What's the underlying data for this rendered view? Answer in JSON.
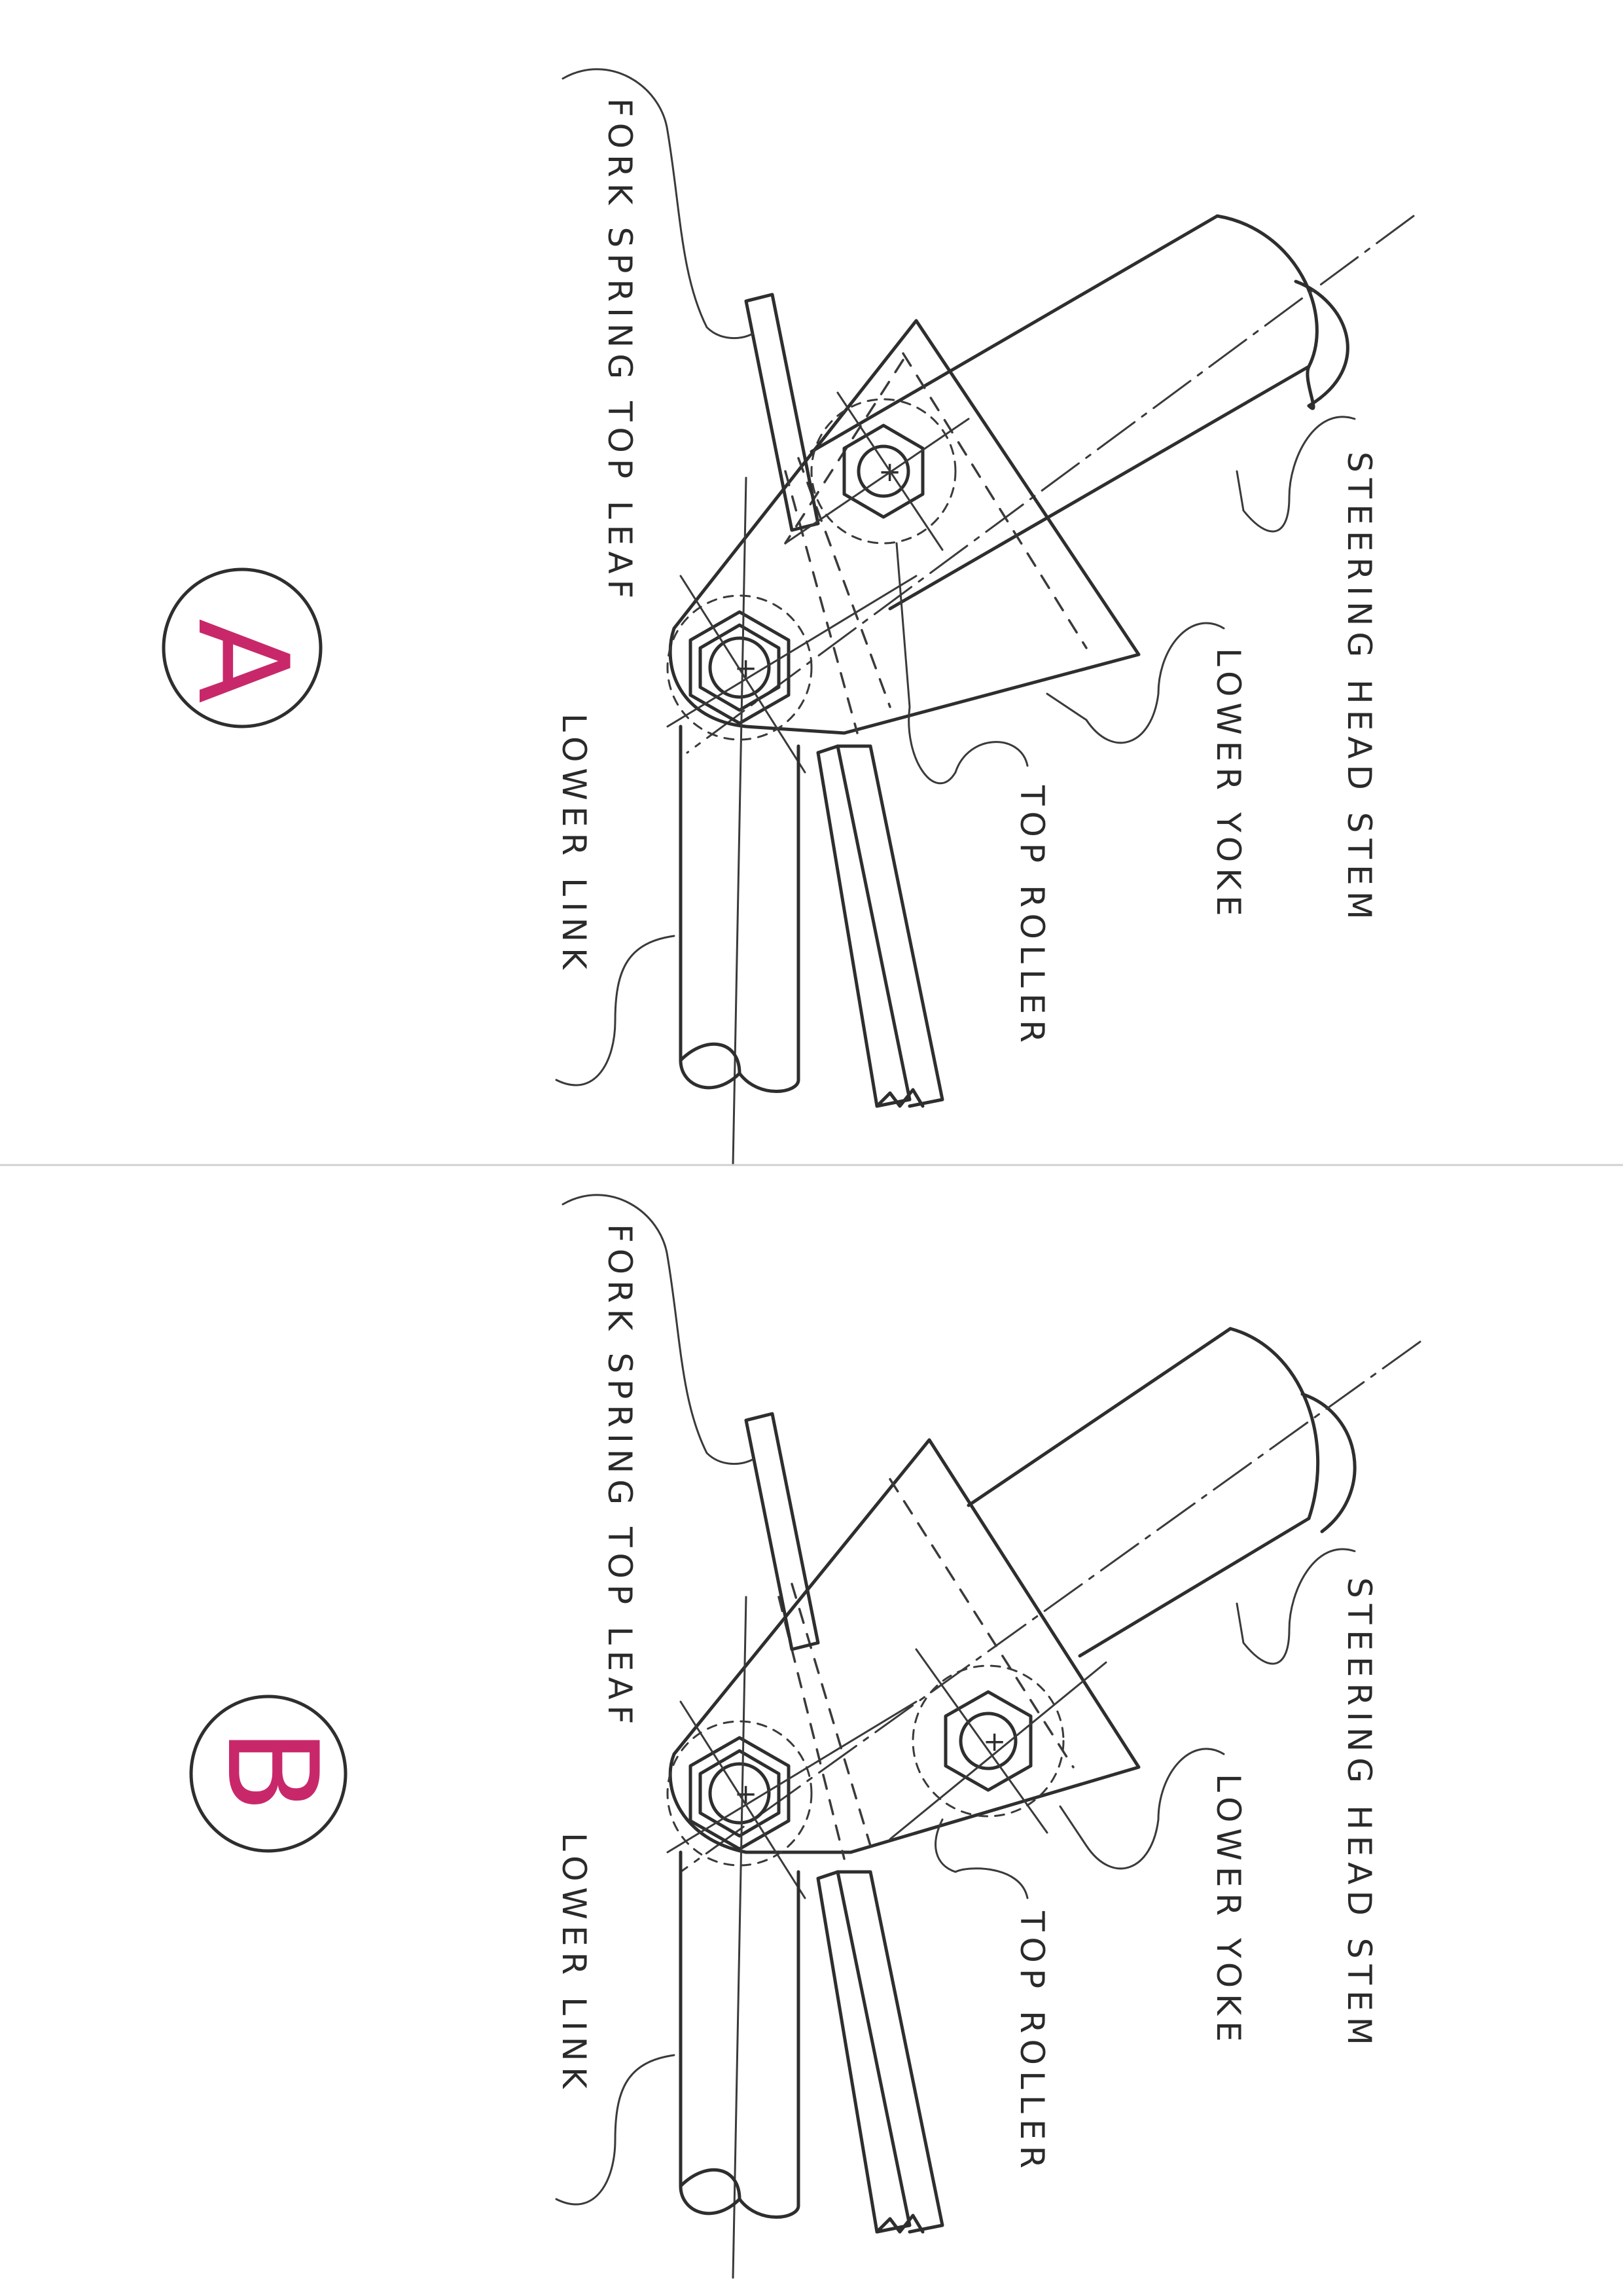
{
  "figures": [
    {
      "id": "A",
      "badge": "A",
      "labels": {
        "fork_spring_top_leaf": "FORK SPRING TOP LEAF",
        "lower_link": "LOWER LINK",
        "top_roller": "TOP ROLLER",
        "lower_yoke": "LOWER YOKE",
        "steering_head_stem": "STEERING HEAD STEM"
      }
    },
    {
      "id": "B",
      "badge": "B",
      "labels": {
        "fork_spring_top_leaf": "FORK SPRING TOP LEAF",
        "lower_link": "LOWER LINK",
        "top_roller": "TOP ROLLER",
        "lower_yoke": "LOWER YOKE",
        "steering_head_stem": "STEERING HEAD STEM"
      }
    }
  ],
  "colors": {
    "ink": "#2e2e2e",
    "badge_letter": "#c8286a",
    "paper": "#ffffff"
  }
}
